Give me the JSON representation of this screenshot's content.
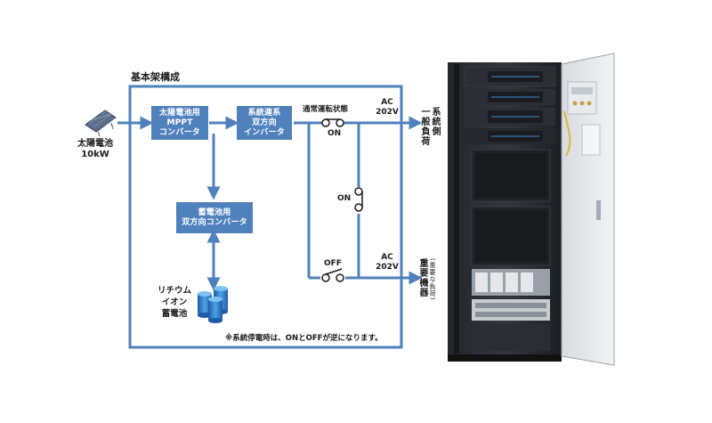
{
  "diagram": {
    "title": "基本架構成",
    "solar": {
      "name": "太陽電池",
      "capacity": "10kW"
    },
    "mppt": {
      "line1": "太陽電池用",
      "line2": "MPPT",
      "line3": "コンバータ"
    },
    "inverter": {
      "line1": "系統連系",
      "line2": "双方向",
      "line3": "インバータ"
    },
    "battery_converter": {
      "line1": "蓄電池用",
      "line2": "双方向コンバータ"
    },
    "battery": {
      "line1": "リチウム",
      "line2": "イオン",
      "line3": "蓄電池"
    },
    "switch_header": "通常運転状態",
    "switch_top": "ON",
    "switch_mid": "ON",
    "switch_bottom": "OFF",
    "ac_top": {
      "line1": "AC",
      "line2": "202V"
    },
    "ac_bottom": {
      "line1": "AC",
      "line2": "202V"
    },
    "load_top": {
      "line1": "系統側",
      "line2": "一般負荷"
    },
    "load_bottom": {
      "line1": "(重要な負荷)",
      "line2": "重要機器"
    },
    "footnote": "※系統停電時は、ONとOFFが逆になります。"
  },
  "colors": {
    "flow": "#4f81bd",
    "box": "#4f81bd",
    "switch": "#1a1a1a"
  },
  "icons": [
    "solar-panel-icon",
    "battery-cylinders-icon",
    "cabinet-photo"
  ]
}
